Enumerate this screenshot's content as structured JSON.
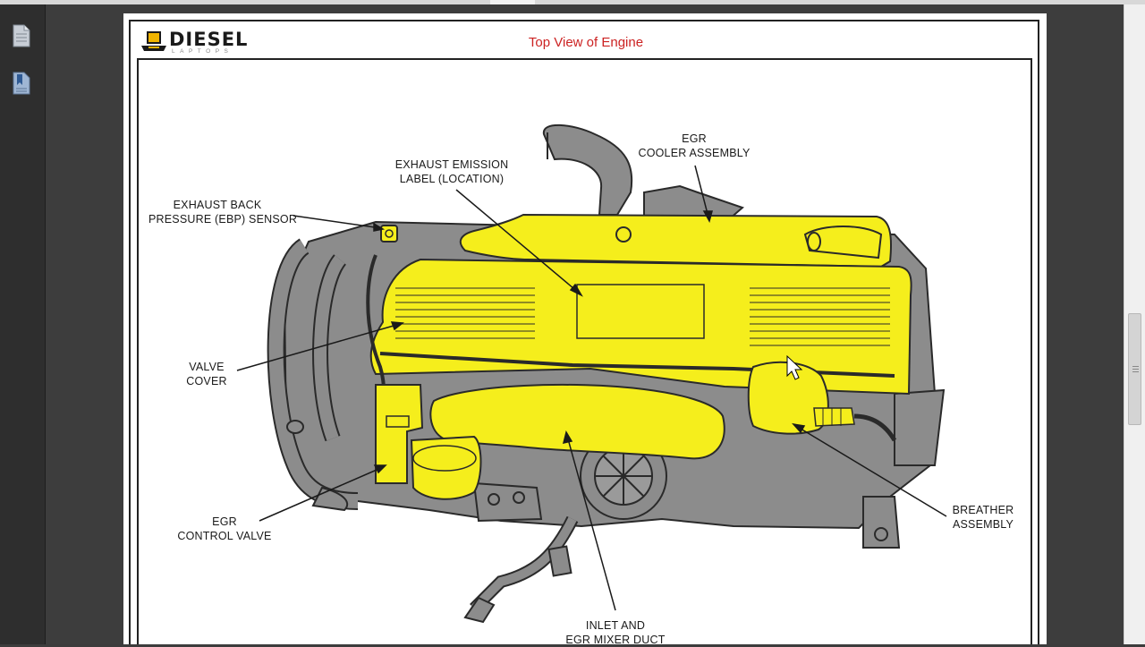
{
  "document": {
    "title": "Top View of Engine",
    "logo": {
      "word": "DIESEL",
      "sub": "LAPTOPS"
    }
  },
  "toolbar": {
    "items": [
      {
        "icon": "page-thumbnails-icon"
      },
      {
        "icon": "bookmarks-icon"
      }
    ]
  },
  "diagram": {
    "colors": {
      "highlight": "#f5ee1c",
      "component": "#8c8c8c",
      "outline": "#2a2a2a",
      "title": "#cc2222"
    },
    "labels": {
      "ebp_sensor": [
        "EXHAUST BACK",
        "PRESSURE (EBP) SENSOR"
      ],
      "emission_label": [
        "EXHAUST EMISSION",
        "LABEL (LOCATION)"
      ],
      "egr_cooler": [
        "EGR",
        "COOLER ASSEMBLY"
      ],
      "valve_cover": [
        "VALVE",
        "COVER"
      ],
      "egr_control_valve": [
        "EGR",
        "CONTROL VALVE"
      ],
      "inlet_duct": [
        "INLET AND",
        "EGR MIXER DUCT"
      ],
      "breather": [
        "BREATHER",
        "ASSEMBLY"
      ]
    }
  }
}
